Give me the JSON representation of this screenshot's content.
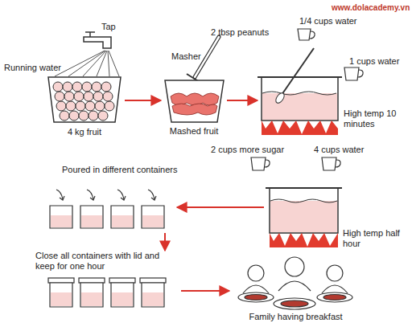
{
  "diagram": {
    "nodes": [
      {
        "text": [
          "4 kg fruit"
        ]
      },
      {
        "text": [
          "Mashed fruit"
        ]
      },
      {
        "text": [
          "High temp 10 minutes"
        ]
      },
      {
        "text": [
          "High temp half hour"
        ]
      },
      {
        "text": [
          "Poured in different containers"
        ]
      },
      {
        "text": [
          "Close all containers with lid and keep for one hour"
        ]
      },
      {
        "text": [
          "Family having breakfast"
        ]
      }
    ],
    "edges": [
      {
        "from": 0,
        "to": 1,
        "arrow": "to"
      },
      {
        "from": 1,
        "to": 2,
        "arrow": "to"
      },
      {
        "from": 3,
        "to": 4,
        "arrow": "to"
      },
      {
        "from": 4,
        "to": 5,
        "arrow": "to"
      },
      {
        "from": 5,
        "to": 6,
        "arrow": "to"
      }
    ],
    "labels": [
      "www.dolacademy.vn",
      "Tap",
      "Running water",
      "Masher",
      "2 tbsp peanuts",
      "1/4 cups water",
      "1 cups water",
      "2 cups more sugar",
      "4 cups water"
    ]
  }
}
